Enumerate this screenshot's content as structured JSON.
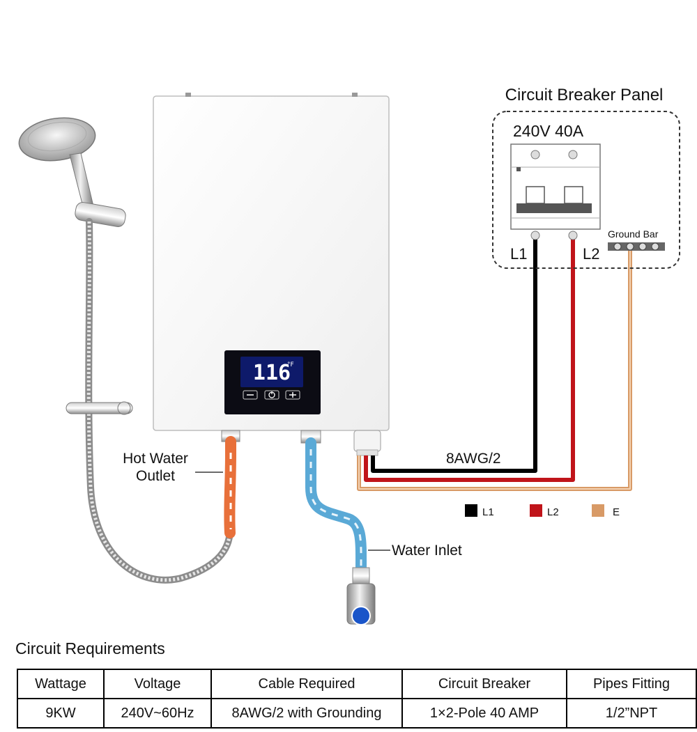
{
  "panel": {
    "title": "Circuit Breaker Panel",
    "breaker_rating": "240V 40A",
    "l1_label": "L1",
    "l2_label": "L2",
    "ground_bar_label": "Ground Bar"
  },
  "heater": {
    "display_value": "116",
    "display_unit": "°F"
  },
  "callouts": {
    "hot_water_line1": "Hot Water",
    "hot_water_line2": "Outlet",
    "water_inlet": "Water Inlet",
    "cable": "8AWG/2"
  },
  "legend": [
    {
      "label": "L1",
      "color": "#000000"
    },
    {
      "label": "L2",
      "color": "#c0141a"
    },
    {
      "label": "E",
      "color": "#d89a66"
    }
  ],
  "requirements": {
    "title": "Circuit Requirements",
    "headers": [
      "Wattage",
      "Voltage",
      "Cable Required",
      "Circuit Breaker",
      "Pipes Fitting"
    ],
    "row": [
      "9KW",
      "240V~60Hz",
      "8AWG/2 with Grounding",
      "1×2-Pole 40 AMP",
      "1/2”NPT"
    ]
  },
  "colors": {
    "wire_l1": "#000000",
    "wire_l2": "#c0141a",
    "wire_ground": "#d89a66",
    "hot_pipe": "#e8703a",
    "cold_pipe": "#5aa9d6",
    "display_digits": "#ffffff"
  }
}
